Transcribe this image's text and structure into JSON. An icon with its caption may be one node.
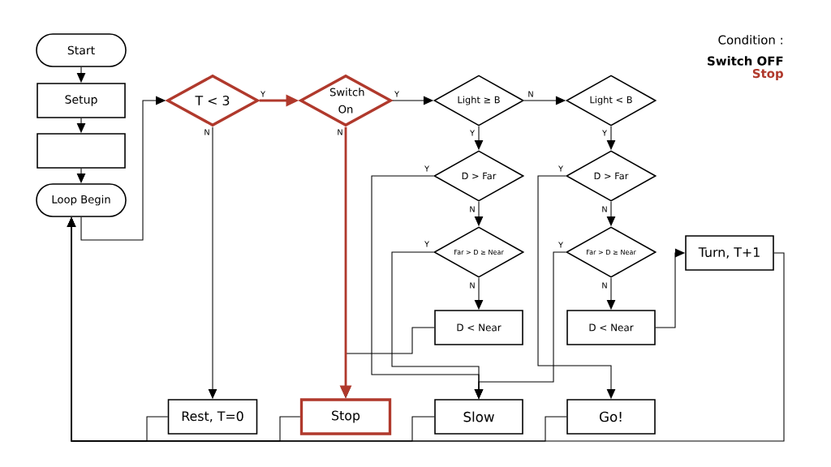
{
  "diagram": {
    "nodes": [
      {
        "text": [
          "Start"
        ]
      },
      {
        "text": [
          "Setup"
        ]
      },
      {
        "text": [],
        "shape": "box"
      },
      {
        "text": [
          "Loop Begin"
        ]
      },
      {
        "text": [
          "T < 3"
        ]
      },
      {
        "text": [
          "Switch On"
        ]
      },
      {
        "text": [
          "Light ≥ B"
        ]
      },
      {
        "text": [
          "Light < B"
        ]
      },
      {
        "text": [
          "D > Far"
        ]
      },
      {
        "text": [
          "D > Far"
        ]
      },
      {
        "text": [
          "Far > D ≥ Near"
        ]
      },
      {
        "text": [
          "Far > D ≥ Near"
        ]
      },
      {
        "text": [
          "D < Near"
        ]
      },
      {
        "text": [
          "D < Near"
        ]
      },
      {
        "text": [
          "Turn, T+1"
        ]
      },
      {
        "text": [
          "Rest, T=0"
        ]
      },
      {
        "text": [
          "Stop"
        ]
      },
      {
        "text": [
          "Slow"
        ]
      },
      {
        "text": [
          "Go!"
        ]
      }
    ],
    "edges": [
      {
        "from": 0,
        "to": 1,
        "arrow": "to"
      },
      {
        "from": 1,
        "to": 2,
        "arrow": "to"
      },
      {
        "from": 2,
        "to": 3,
        "arrow": "to"
      },
      {
        "from": 3,
        "to": 4,
        "arrow": "to"
      },
      {
        "from": 4,
        "to": 5,
        "arrow": "to",
        "label": "Y",
        "style": "thick",
        "color": "#b0392c"
      },
      {
        "from": 4,
        "to": 15,
        "arrow": "to",
        "label": "N"
      },
      {
        "from": 5,
        "to": 6,
        "arrow": "to",
        "label": "Y"
      },
      {
        "from": 5,
        "to": 16,
        "arrow": "to",
        "label": "N",
        "style": "thick",
        "color": "#b0392c"
      },
      {
        "from": 6,
        "to": 7,
        "arrow": "to",
        "label": "N"
      },
      {
        "from": 6,
        "to": 8,
        "arrow": "to",
        "label": "Y"
      },
      {
        "from": 7,
        "to": 9,
        "arrow": "to",
        "label": "Y"
      },
      {
        "from": 8,
        "to": 10,
        "arrow": "to",
        "label": "N"
      },
      {
        "from": 9,
        "to": 11,
        "arrow": "to",
        "label": "N"
      },
      {
        "from": 10,
        "to": 12,
        "arrow": "to",
        "label": "N"
      },
      {
        "from": 11,
        "to": 13,
        "arrow": "to",
        "label": "N"
      },
      {
        "from": 8,
        "to": 17,
        "arrow": "to",
        "label": "Y"
      },
      {
        "from": 10,
        "to": 17,
        "arrow": "to",
        "label": "Y"
      },
      {
        "from": 9,
        "to": 18,
        "arrow": "to",
        "label": "Y"
      },
      {
        "from": 11,
        "to": 17,
        "arrow": "to",
        "label": "Y"
      },
      {
        "from": 12,
        "to": 16,
        "arrow": "to"
      },
      {
        "from": 13,
        "to": 14,
        "arrow": "to"
      },
      {
        "from": 15,
        "to": 3,
        "arrow": "to"
      },
      {
        "from": 16,
        "to": 3,
        "arrow": "to"
      },
      {
        "from": 17,
        "to": 3,
        "arrow": "to"
      },
      {
        "from": 18,
        "to": 3,
        "arrow": "to"
      },
      {
        "from": 14,
        "to": 3,
        "arrow": "to"
      }
    ],
    "labels": [
      "Condition :",
      "Switch OFF",
      "Stop"
    ]
  }
}
